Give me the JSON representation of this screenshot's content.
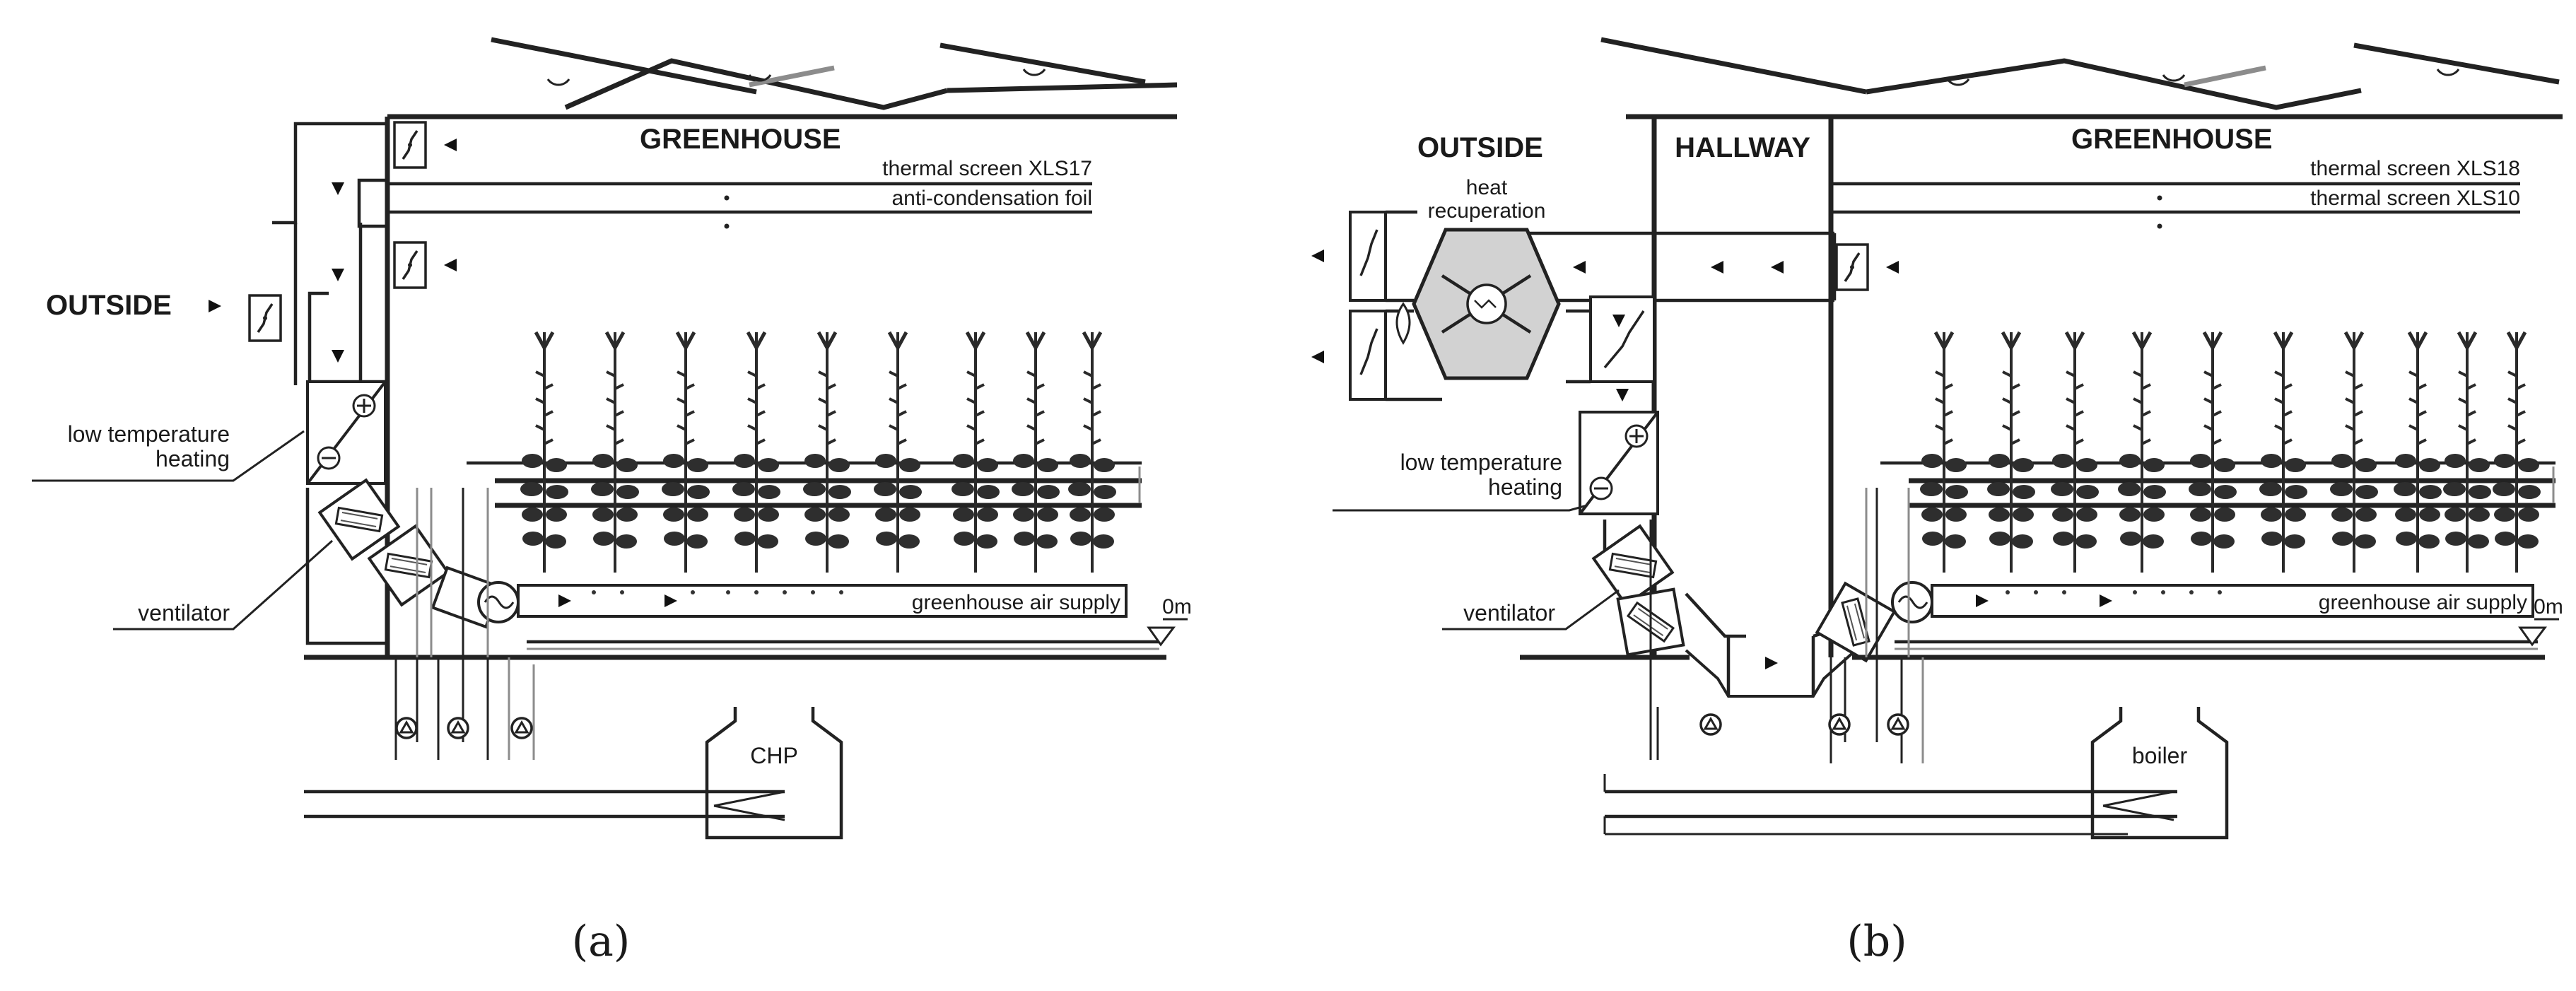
{
  "panel_a": {
    "outside": "OUTSIDE",
    "greenhouse": "GREENHOUSE",
    "screen_top": "thermal screen XLS17",
    "screen_bottom": "anti-condensation foil",
    "low_temp": [
      "low temperature",
      "heating"
    ],
    "ventilator": "ventilator",
    "air_supply": "greenhouse air supply",
    "level": "0m",
    "heat_source": "CHP",
    "caption": "(a)"
  },
  "panel_b": {
    "outside": "OUTSIDE",
    "hallway": "HALLWAY",
    "greenhouse": "GREENHOUSE",
    "recuperation": [
      "heat",
      "recuperation"
    ],
    "screen_top": "thermal screen XLS18",
    "screen_bottom": "thermal screen XLS10",
    "low_temp": [
      "low temperature",
      "heating"
    ],
    "ventilator": "ventilator",
    "air_supply": "greenhouse air supply",
    "level": "0m",
    "heat_source": "boiler",
    "caption": "(b)"
  },
  "colors": {
    "line": "#222222",
    "grey_line": "#8c8c8c",
    "unit_fill": "#d2d2d2"
  }
}
